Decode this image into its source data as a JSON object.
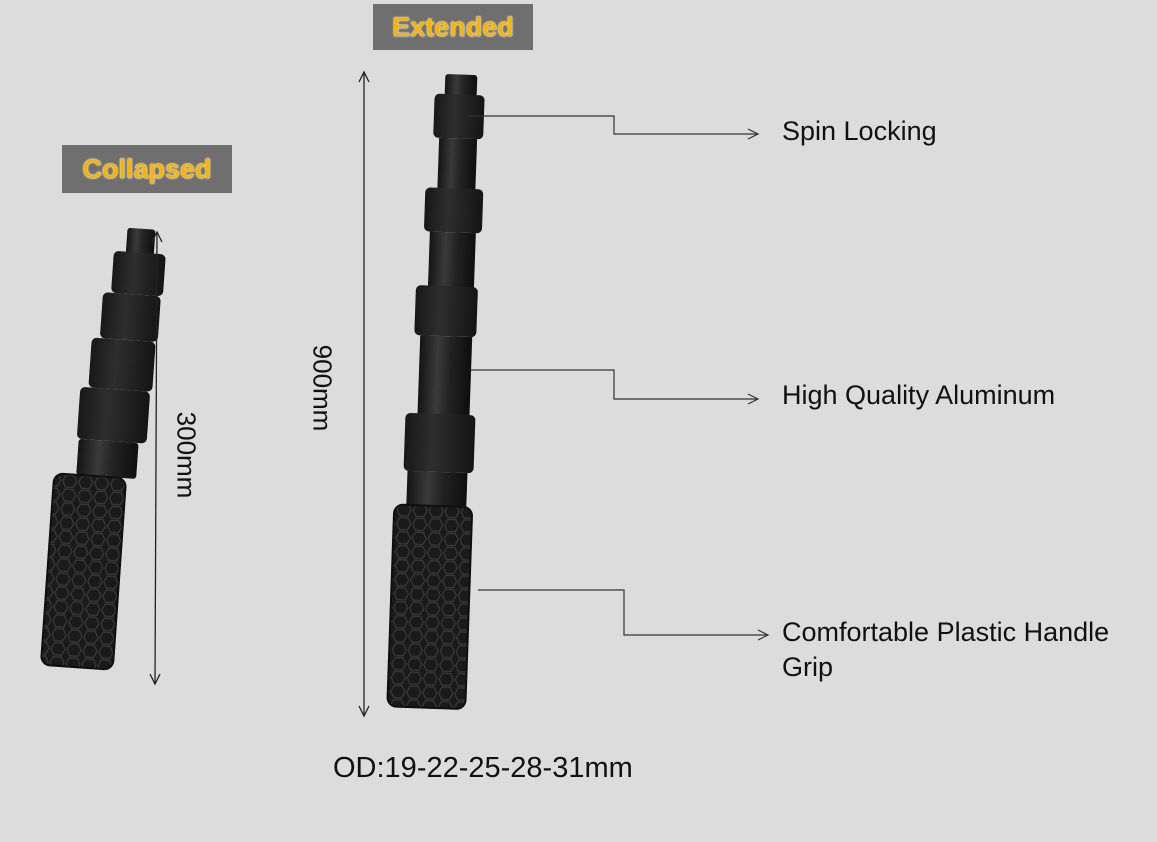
{
  "tags": {
    "collapsed": "Collapsed",
    "extended": "Extended"
  },
  "dimensions": {
    "collapsed_length": "300mm",
    "extended_length": "900mm"
  },
  "callouts": {
    "spin_locking": "Spin Locking",
    "aluminum": "High Quality Aluminum",
    "grip": "Comfortable Plastic Handle Grip"
  },
  "spec": {
    "outer_diameter": "OD:19-22-25-28-31mm"
  },
  "colors": {
    "background": "#dcdcdc",
    "tag_background": "#6f6f6f",
    "tag_text": "#f7b400",
    "pole": "#1e1e1e",
    "pole_highlight": "#3a3a3a",
    "text": "#111111"
  },
  "icons": {
    "arrow": "arrow-right-icon"
  }
}
